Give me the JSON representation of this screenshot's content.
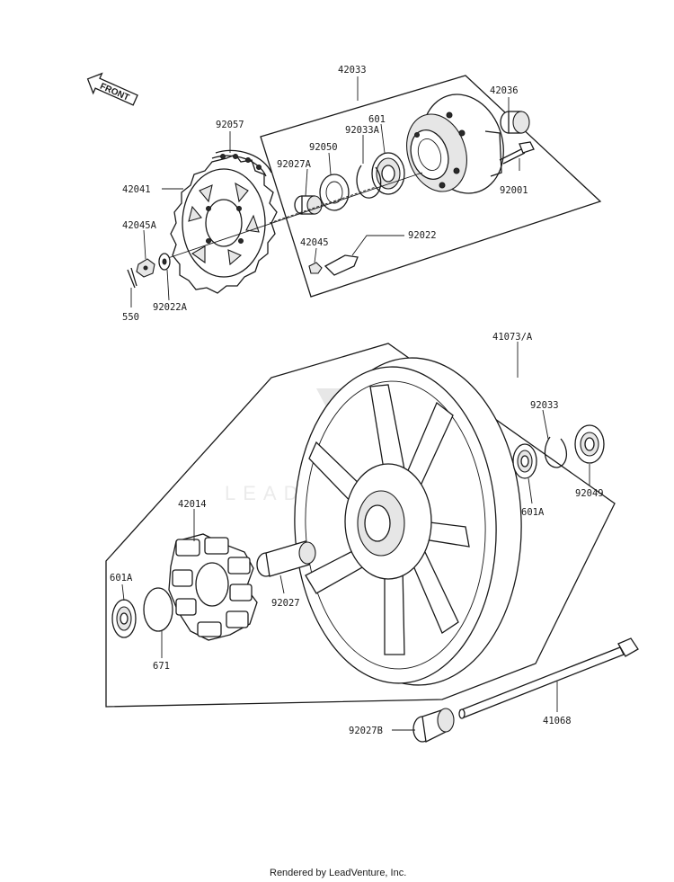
{
  "diagram": {
    "direction_marker": "FRONT",
    "watermark": "LEADVENTURE",
    "footer": "Rendered by LeadVenture, Inc.",
    "parts": {
      "p42033": "42033",
      "p42036": "42036",
      "p92057": "92057",
      "p92033A": "92033A",
      "p601": "601",
      "p92050": "92050",
      "p92027A": "92027A",
      "p92001": "92001",
      "p42041": "42041",
      "p42045A": "42045A",
      "p42045": "42045",
      "p92022": "92022",
      "p550": "550",
      "p92022A": "92022A",
      "p41073A": "41073/A",
      "p92033": "92033",
      "p601A_right": "601A",
      "p92049": "92049",
      "p42014": "42014",
      "p601A_left": "601A",
      "p92027": "92027",
      "p671": "671",
      "p41068": "41068",
      "p92027B": "92027B"
    }
  }
}
